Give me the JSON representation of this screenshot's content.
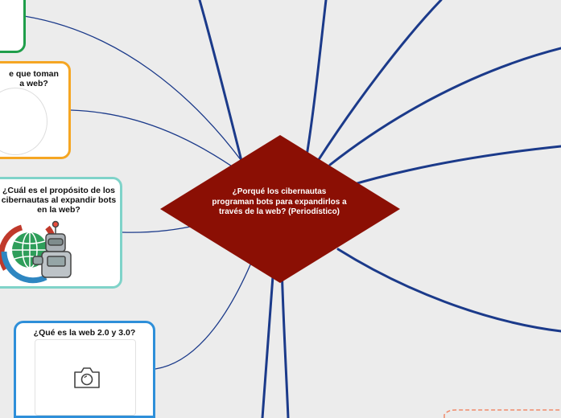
{
  "center": {
    "label": "¿Porqué los cibernautas programan bots para expandirlos a través de la web? (Periodístico)",
    "color": "#8b0f04"
  },
  "branches": {
    "b1": {
      "label": "",
      "border_color": "#1f9e4a"
    },
    "b2": {
      "label": "¿Qué medidas de seguridad son las que toman los cibernautas al expandir bots en la web?",
      "visible_label": "e que toman\na web?",
      "border_color": "#f5a623"
    },
    "b3": {
      "label": "¿Cuál es el propósito de los cibernautas al expandir bots en la web?",
      "visible_label": "¿Cuál es el propósito de los\ncibernautas al expandir bots\nen la web?",
      "border_color": "#7fd3c9",
      "image_icon": "globe-robot-icon"
    },
    "b4": {
      "label": "¿Qué es la web 2.0 y 3.0?",
      "border_color": "#2e8fd9",
      "image_icon": "camera-icon"
    }
  },
  "colors": {
    "connector": "#1b3a8a",
    "background": "#ececec",
    "dashed_node": "#f08a6a"
  }
}
